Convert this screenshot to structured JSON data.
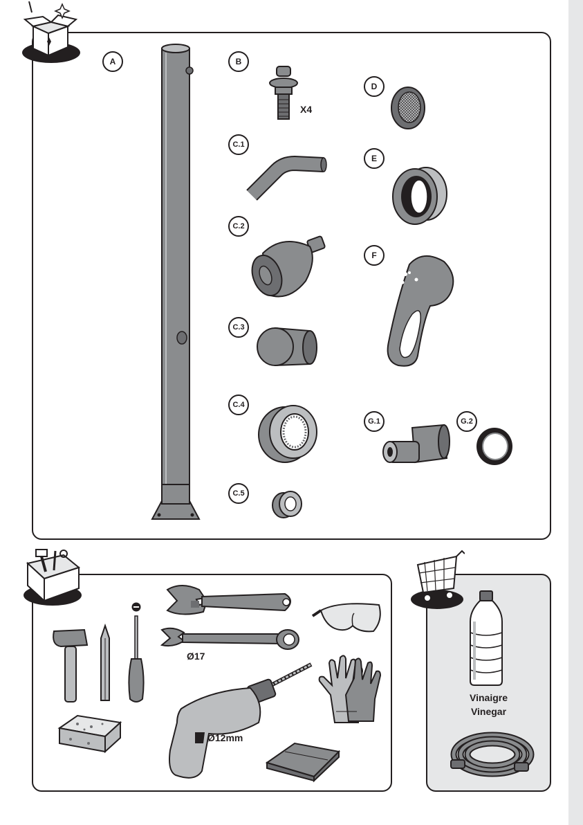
{
  "colors": {
    "outline": "#231f20",
    "part_gray": "#8a8c8e",
    "light_gray": "#bcbec0",
    "panel_gray": "#e6e7e8"
  },
  "parts": {
    "a": "A",
    "b": "B",
    "b_qty": "X4",
    "c1": "C.1",
    "c2": "C.2",
    "c3": "C.3",
    "c4": "C.4",
    "c5": "C.5",
    "d": "D",
    "e": "E",
    "f": "F",
    "g1": "G.1",
    "g2": "G.2"
  },
  "tools": {
    "wrench_size": "Ø17",
    "drill_bit": "Ø12mm"
  },
  "purchase": {
    "vinegar_fr": "Vinaigre",
    "vinegar_en": "Vinegar"
  },
  "icons": [
    "open-box-icon",
    "toolbox-icon",
    "shopping-cart-icon",
    "minus-icon"
  ]
}
